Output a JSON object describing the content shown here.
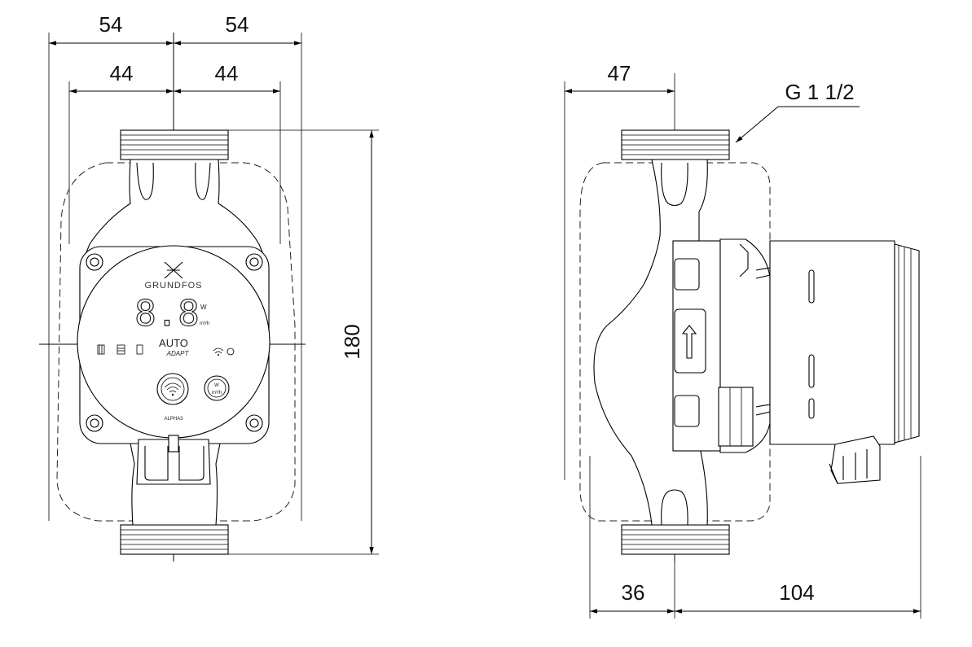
{
  "dimensions": {
    "front_width_outer_left": "54",
    "front_width_outer_right": "54",
    "front_width_inner_left": "44",
    "front_width_inner_right": "44",
    "height": "180",
    "side_top_offset": "47",
    "side_bottom_offset": "36",
    "side_motor_depth": "104",
    "thread": "G 1 1/2"
  },
  "pump_face": {
    "brand": "GRUNDFOS",
    "display_digits": "8.8",
    "unit_power": "W",
    "unit_flow": "m³/h",
    "mode_auto": "AUTO",
    "mode_adapt": "ADAPT",
    "button_unit_power": "W",
    "button_unit_flow": "m³/h",
    "model": "ALPHA3"
  }
}
